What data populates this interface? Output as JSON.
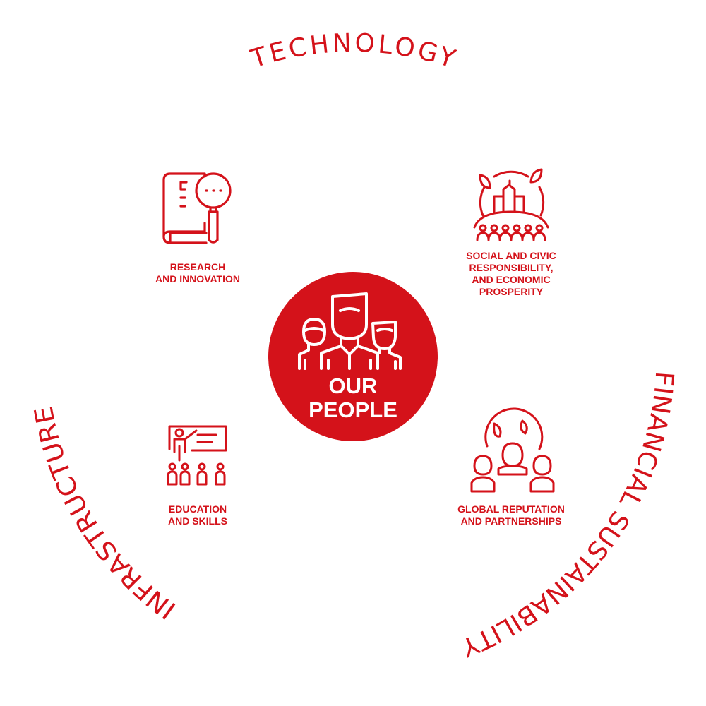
{
  "ring_labels": {
    "top": "TECHNOLOGY",
    "left": "INFRASTRUCTURE",
    "right": "FINANCIAL SUSTAINABILITY"
  },
  "center": {
    "line1": "OUR",
    "line2": "PEOPLE",
    "icon": "people-group-icon"
  },
  "pillars": [
    {
      "lines": [
        "RESEARCH",
        "AND INNOVATION"
      ],
      "icon": "book-magnifier-icon"
    },
    {
      "lines": [
        "SOCIAL AND CIVIC",
        "RESPONSIBILITY,",
        "AND ECONOMIC",
        "PROSPERITY"
      ],
      "icon": "city-community-icon"
    },
    {
      "lines": [
        "EDUCATION",
        "AND SKILLS"
      ],
      "icon": "classroom-teacher-icon"
    },
    {
      "lines": [
        "GLOBAL REPUTATION",
        "AND PARTNERSHIPS"
      ],
      "icon": "globe-people-icon"
    }
  ],
  "colors": {
    "accent": "#d4121a",
    "text_on_accent": "#ffffff"
  }
}
